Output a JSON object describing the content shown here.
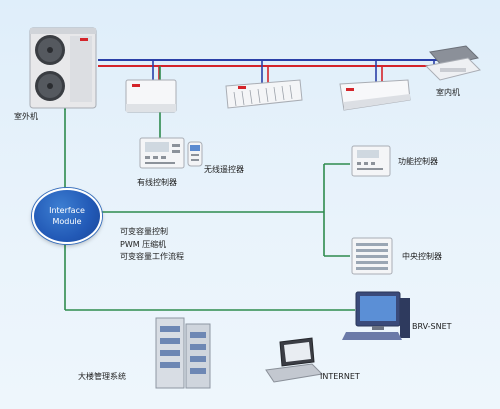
{
  "labels": {
    "outdoor_unit": "室外机",
    "indoor_unit": "室内机",
    "wired_controller": "有线控制器",
    "wireless_remote": "无线遥控器",
    "function_controller": "功能控制器",
    "central_controller": "中央控制器",
    "bms": "大楼管理系统",
    "brv_snet": "BRV-SNET",
    "internet": "INTERNET"
  },
  "module": {
    "line1": "Interface",
    "line2": "Module"
  },
  "features": [
    "可变容量控制",
    "PWM 压缩机",
    "可变容量工作流程"
  ],
  "colors": {
    "pipe_blue": "#2a3fa8",
    "pipe_red": "#d4242a",
    "bus_green": "#2e8b4e",
    "module_blue": "#2259b6"
  }
}
